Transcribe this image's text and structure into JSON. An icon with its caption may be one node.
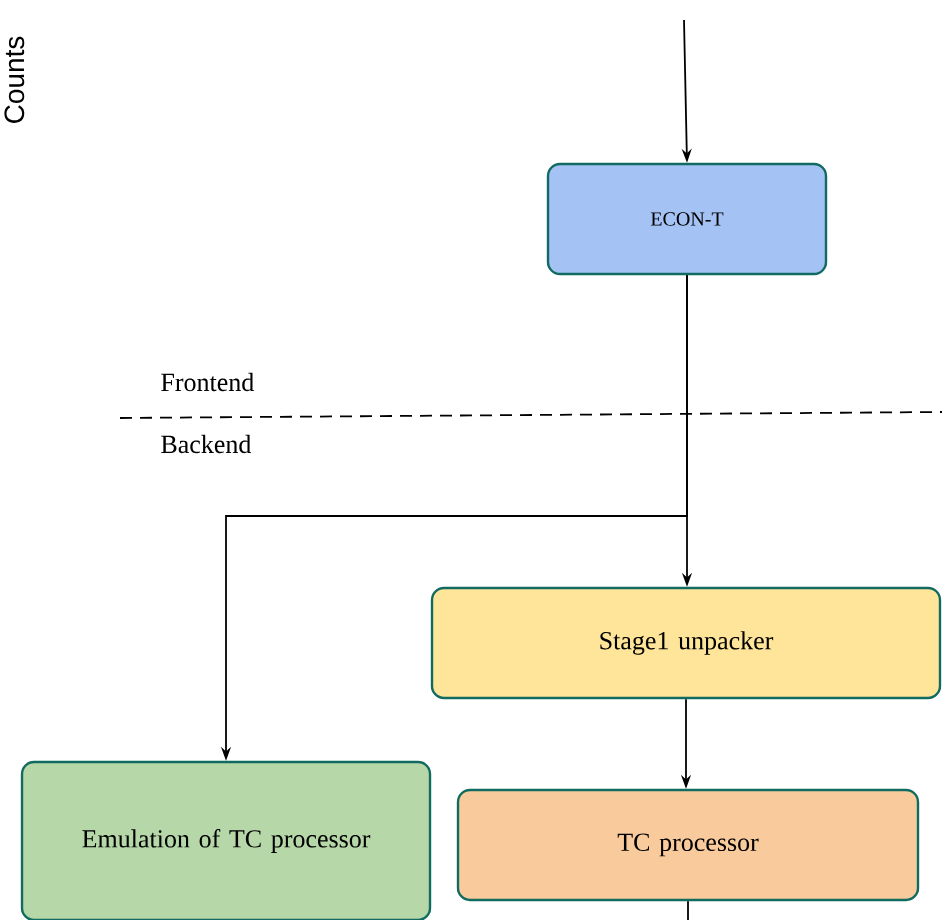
{
  "diagram": {
    "nodes": [
      {
        "text": [
          "ECON-T"
        ]
      },
      {
        "text": [
          "Stage1 unpacker"
        ]
      },
      {
        "text": [
          "Emulation of TC processor"
        ]
      },
      {
        "text": [
          "TC processor"
        ]
      }
    ],
    "edges": [
      {
        "from": null,
        "to": 0,
        "arrow": "to"
      },
      {
        "from": 0,
        "to": 1,
        "arrow": "to"
      },
      {
        "from": 0,
        "to": 2,
        "arrow": "to"
      },
      {
        "from": 1,
        "to": 3,
        "arrow": "to"
      },
      {
        "from": 3,
        "to": null,
        "arrow": "none"
      }
    ],
    "labels": [
      "Counts",
      "Frontend",
      "Backend"
    ]
  }
}
